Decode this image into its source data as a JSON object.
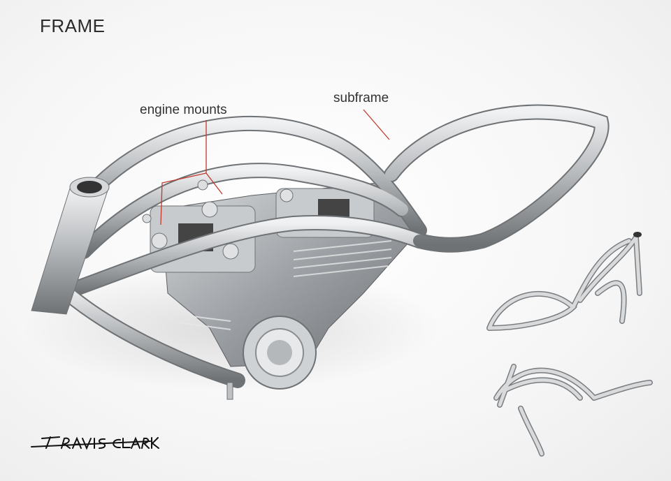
{
  "title": "FRAME",
  "callouts": {
    "engine_mounts": "engine mounts",
    "subframe": "subframe"
  },
  "signature": "Travis Clark",
  "colors": {
    "background": "#f4f4f4",
    "metal_dark": "#7a7d80",
    "metal_light": "#e9eaeb",
    "leader_line": "#c0392b",
    "text": "#333333"
  },
  "images": {
    "main_render": "motorcycle-frame-render",
    "thumb_top": "frame-perspective-view",
    "thumb_bottom": "frame-side-view"
  }
}
